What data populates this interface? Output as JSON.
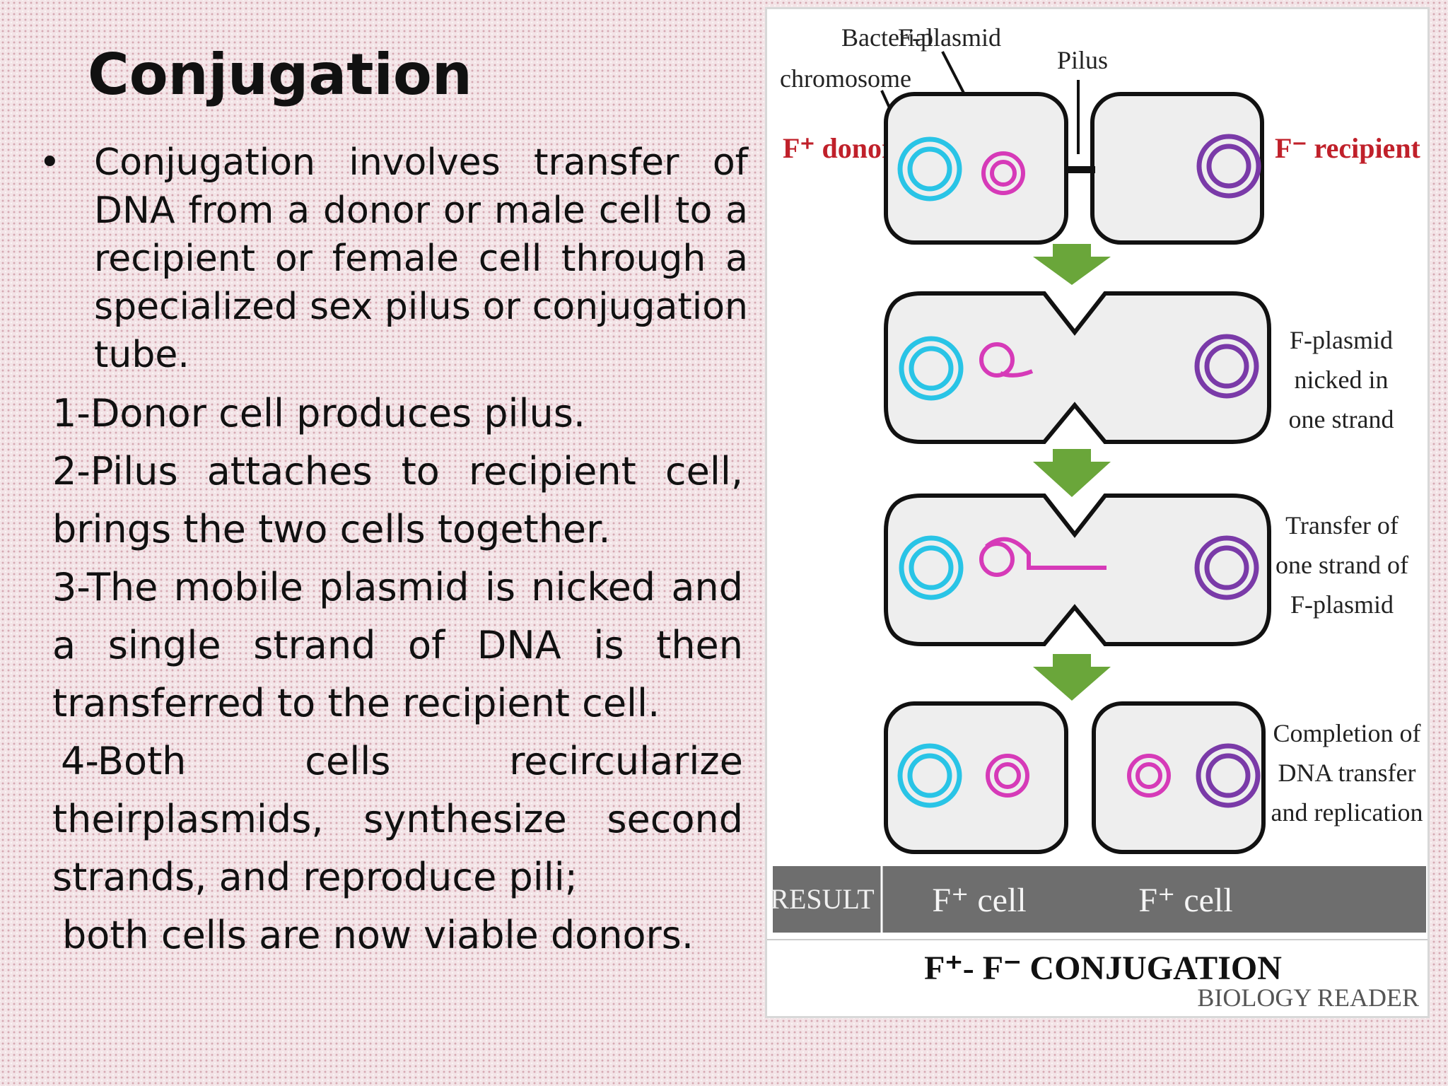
{
  "slide": {
    "title": "Conjugation",
    "bullet_marker": "•",
    "bullet_text": "Conjugation involves transfer of DNA from a donor or male cell to a recipient or female cell through a specialized sex pilus or conjugation tube.",
    "steps": [
      "1-Donor cell produces pilus.",
      "2-Pilus attaches to recipient cell, brings the two cells together.",
      "3-The mobile plasmid is nicked and a single strand of DNA is then transferred to the recipient cell.",
      "4-Both cells recircularize theirplasmids, synthesize second strands, and reproduce pili;",
      "both cells are now viable donors."
    ]
  },
  "figure": {
    "label_bacterial_chromosome_line1": "Bacterial",
    "label_bacterial_chromosome_line2": "chromosome",
    "label_f_plasmid": "F-plasmid",
    "label_pilus": "Pilus",
    "label_donor": "F⁺ donor",
    "label_recipient": "F⁻ recipient",
    "stage2_caption": [
      "F-plasmid",
      "nicked in",
      "one strand"
    ],
    "stage3_caption": [
      "Transfer of",
      "one strand of",
      "F-plasmid"
    ],
    "stage4_caption": [
      "Completion of",
      "DNA transfer",
      "and replication"
    ],
    "result_label": "RESULT",
    "result_cell_left": "F⁺ cell",
    "result_cell_right": "F⁺ cell",
    "figure_title": "F⁺- F⁻ CONJUGATION",
    "watermark": "BIOLOGY READER"
  },
  "colors": {
    "chromosome": "#29c4e6",
    "donor_plasmid": "#d63ab8",
    "recipient_chromosome": "#7a3aa8",
    "arrow": "#6aa63a",
    "label_red": "#c0202a",
    "result_bar": "#6e6e6e"
  }
}
